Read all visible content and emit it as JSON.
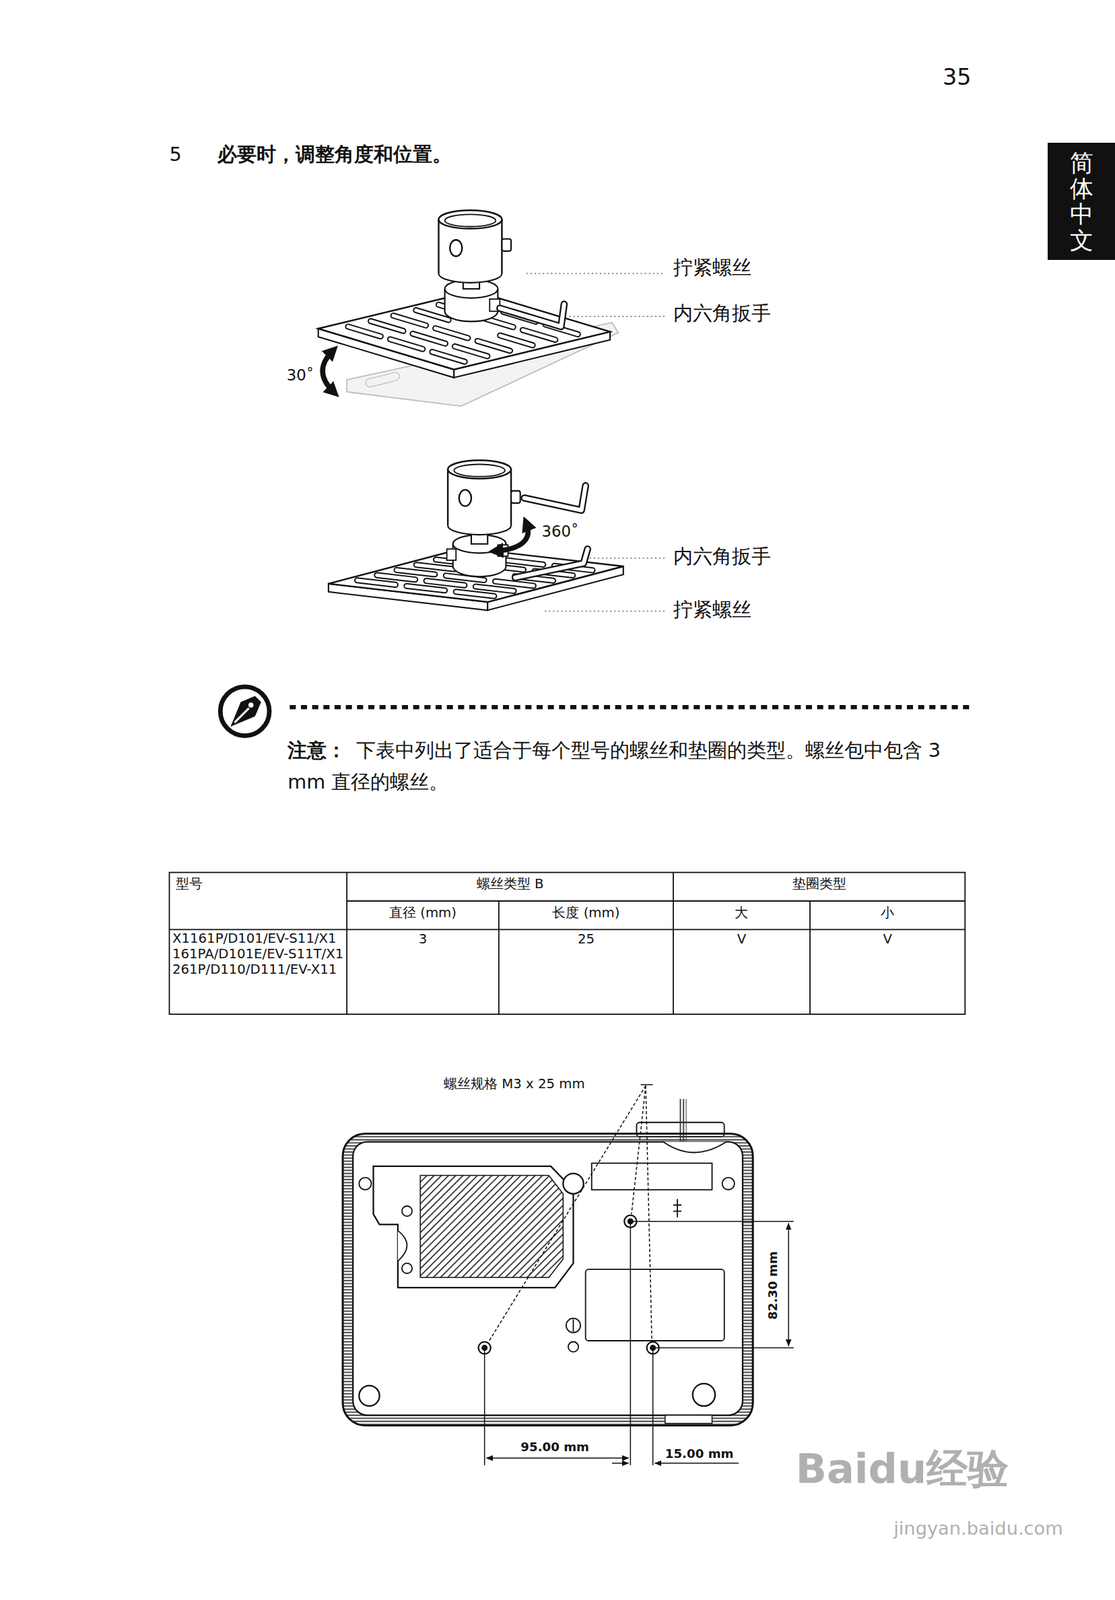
{
  "diagram": {
    "nodes": [
      {
        "text": [
          "简体中文"
        ]
      }
    ],
    "labels": [
      "35",
      "5",
      "必要时，调整角度和位置。",
      "拧紧螺丝",
      "内六角扳手",
      "30˚",
      "360˚",
      "内六角扳手",
      "拧紧螺丝",
      "注意：",
      "下表中列出了适合于每个型号的螺丝和垫圈的类型。螺丝包中包含 3 mm 直径的螺丝。",
      "型号",
      "螺丝类型 B",
      "垫圈类型",
      "直径 (mm)",
      "长度 (mm)",
      "大",
      "小",
      "X1161P/D101/EV-S11/X1161PA/D101E/EV-S11T/X1261P/D110/D111/EV-X11",
      "3",
      "25",
      "V",
      "V",
      "螺丝规格 M3 x 25 mm",
      "82.30 mm",
      "95.00 mm",
      "15.00 mm",
      "Baidu经验",
      "jingyan.baidu.com"
    ]
  }
}
